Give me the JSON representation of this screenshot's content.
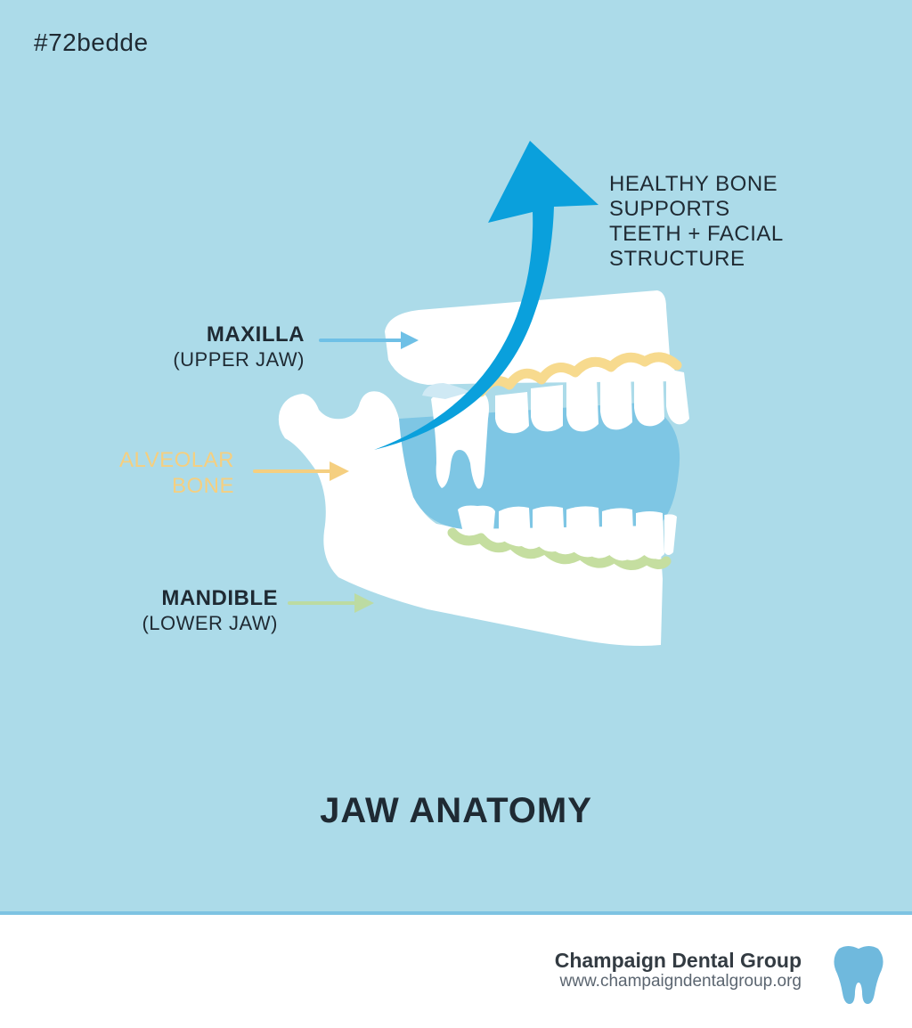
{
  "header": {
    "hex_tag": "#72bedde"
  },
  "labels": {
    "maxilla": {
      "name": "MAXILLA",
      "sub": "(UPPER JAW)"
    },
    "alveolar": {
      "line1": "ALVEOLAR",
      "line2": "BONE"
    },
    "mandible": {
      "name": "MANDIBLE",
      "sub": "(LOWER JAW)"
    }
  },
  "callout": {
    "lines": [
      "HEALTHY BONE",
      "SUPPORTS",
      "TEETH + FACIAL",
      "STRUCTURE"
    ]
  },
  "title": "JAW ANATOMY",
  "footer": {
    "brand": "Champaign Dental Group",
    "url": "www.champaigndentalgroup.org"
  },
  "colors": {
    "background": "#acdbe9",
    "bone": "#ffffff",
    "gum_upper": "#f7da8e",
    "gum_lower": "#c5dea0",
    "mouth_cavity": "#7ec6e4",
    "accent_arrow": "#0aa0dc",
    "maxilla_arrow": "#6fc0e6",
    "alveolar_arrow": "#f5cf80",
    "mandible_arrow": "#bcdba2",
    "text_dark": "#1f2a33",
    "logo_tooth": "#6fb9dd"
  },
  "icons": {
    "logo": "tooth-icon",
    "main_arrow": "curved-up-arrow-icon"
  }
}
